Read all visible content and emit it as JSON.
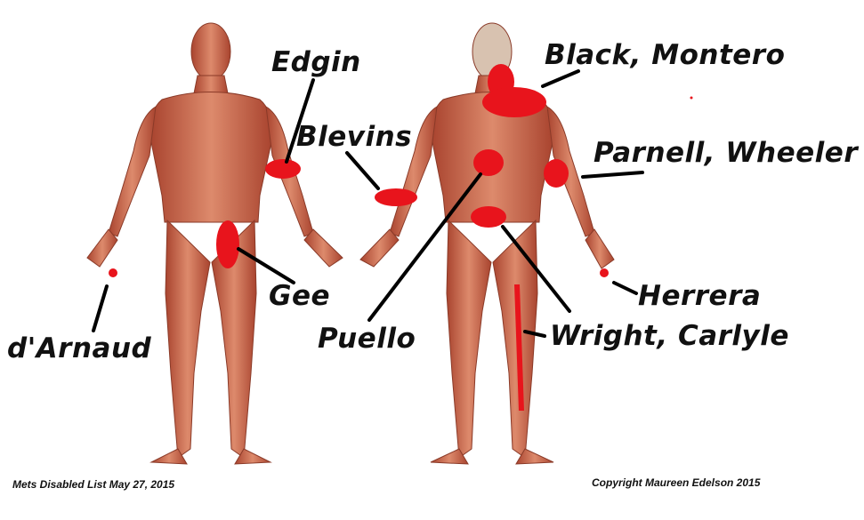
{
  "labels": {
    "edgin": "Edgin",
    "blevins": "Blevins",
    "black_montero": "Black, Montero",
    "parnell_wheeler": "Parnell, Wheeler",
    "gee": "Gee",
    "herrera": "Herrera",
    "darnaud": "d'Arnaud",
    "puello": "Puello",
    "wright_carlyle": "Wright, Carlyle"
  },
  "footer": {
    "title": "Mets Disabled List May 27, 2015",
    "copyright": "Copyright Maureen Edelson 2015"
  },
  "colors": {
    "injury": "#e8141c",
    "muscle": "#c9664c",
    "line": "#000000"
  }
}
